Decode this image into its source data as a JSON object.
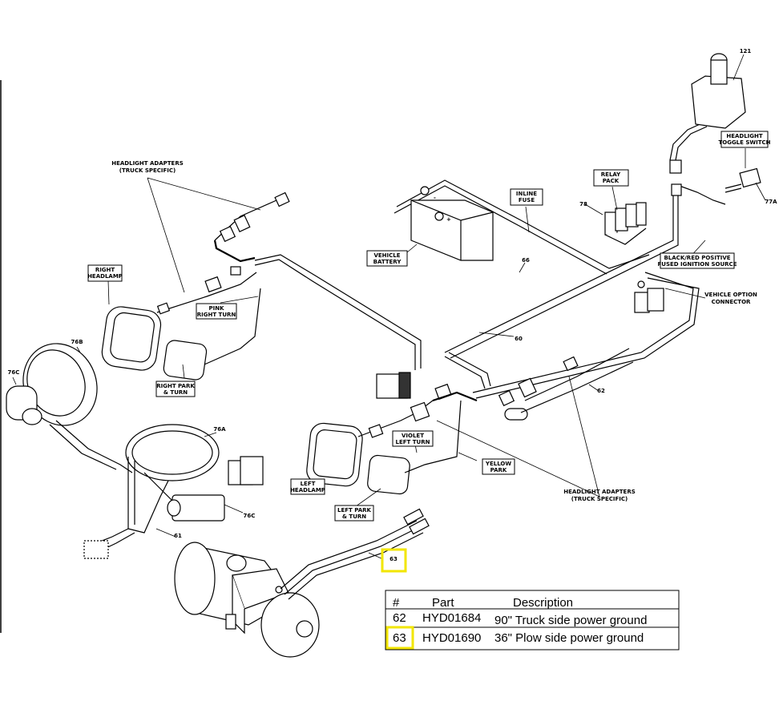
{
  "labels": {
    "headlight_adapters_top_l1": "HEADLIGHT ADAPTERS",
    "headlight_adapters_top_l2": "(TRUCK SPECIFIC)",
    "right_headlamp_l1": "RIGHT",
    "right_headlamp_l2": "HEADLAMP",
    "pink_l1": "PINK",
    "pink_l2": "RIGHT TURN",
    "right_park_l1": "RIGHT PARK",
    "right_park_l2": "& TURN",
    "vehicle_battery_l1": "VEHICLE",
    "vehicle_battery_l2": "BATTERY",
    "inline_fuse_l1": "INLINE",
    "inline_fuse_l2": "FUSE",
    "relay_pack_l1": "RELAY",
    "relay_pack_l2": "PACK",
    "headlight_toggle_l1": "HEADLIGHT",
    "headlight_toggle_l2": "TOGGLE SWITCH",
    "black_red_l1": "BLACK/RED POSITIVE",
    "black_red_l2": "FUSED IGNITION SOURCE",
    "vehicle_option_l1": "VEHICLE OPTION",
    "vehicle_option_l2": "CONNECTOR",
    "violet_l1": "VIOLET",
    "violet_l2": "LEFT TURN",
    "yellow_l1": "YELLOW",
    "yellow_l2": "PARK",
    "left_headlamp_l1": "LEFT",
    "left_headlamp_l2": "HEADLAMP",
    "left_park_l1": "LEFT PARK",
    "left_park_l2": "& TURN",
    "headlight_adapters_bottom_l1": "HEADLIGHT ADAPTERS",
    "headlight_adapters_bottom_l2": "(TRUCK SPECIFIC)"
  },
  "callouts": {
    "c121": "121",
    "c77a": "77A",
    "c78": "78",
    "c66": "66",
    "c60": "60",
    "c62": "62",
    "c76b": "76B",
    "c76c_top": "76C",
    "c76a": "76A",
    "c76c_bottom": "76C",
    "c61": "61",
    "c63": "63"
  },
  "parts_table": {
    "headers": {
      "num": "#",
      "part": "Part",
      "description": "Description"
    },
    "rows": [
      {
        "num": "62",
        "part": "HYD01684",
        "description": "90\" Truck side power ground"
      },
      {
        "num": "63",
        "part": "HYD01690",
        "description": "36\" Plow side power ground"
      }
    ]
  },
  "colors": {
    "highlight": "#f2e600",
    "line": "#000000"
  }
}
